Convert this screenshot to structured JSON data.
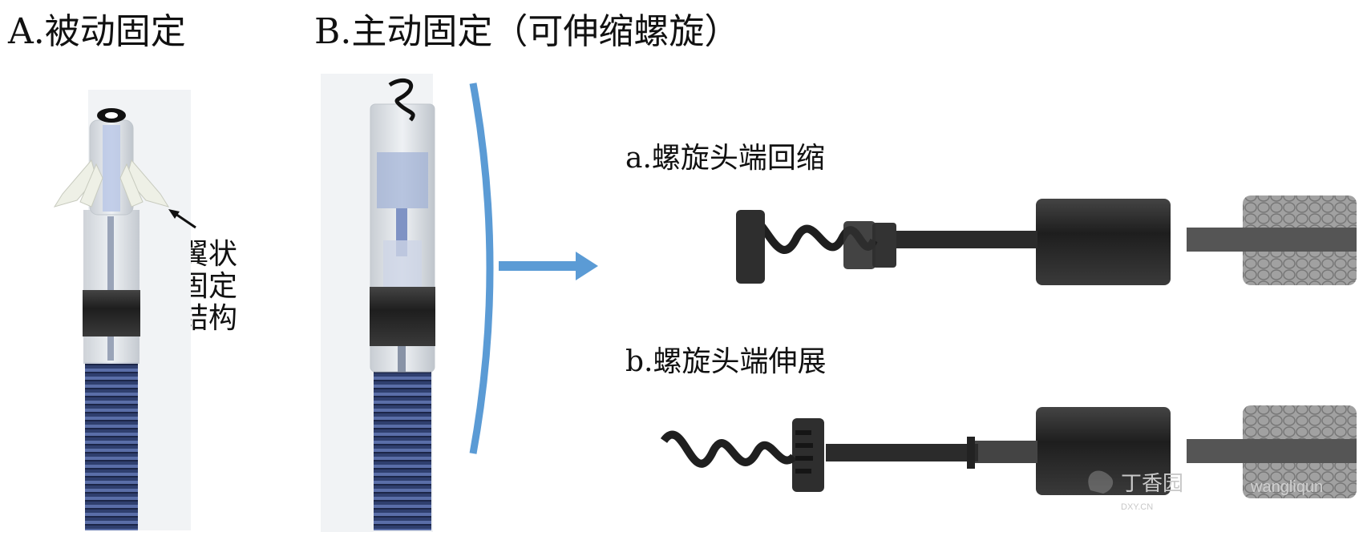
{
  "labels": {
    "panel_a": "A.被动固定",
    "panel_b": "B.主动固定（可伸缩螺旋）",
    "wing_line1": "翼状",
    "wing_line2": "固定",
    "wing_line3": "结构",
    "retracted": "a.螺旋头端回缩",
    "extended": "b.螺旋头端伸展"
  },
  "watermark": {
    "brand": "丁香园",
    "site": "DXY.CN",
    "user": "wangliqun"
  },
  "colors": {
    "arrow_blue": "#5b9bd5",
    "lead_black": "#2b2b2b",
    "coil_blue": "#3c4f86",
    "clear_gray": "#d8dde2"
  }
}
